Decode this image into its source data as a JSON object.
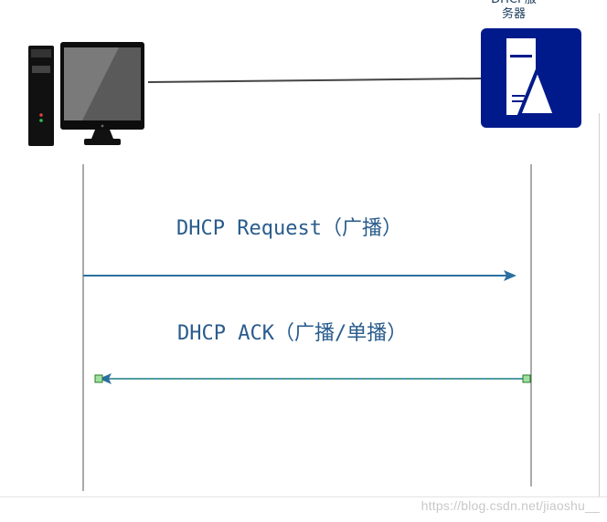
{
  "server": {
    "label_line1": "DHCP服",
    "label_line2": "务器"
  },
  "messages": [
    {
      "label": "DHCP Request（广播）",
      "direction": "client-to-server",
      "style": "solid"
    },
    {
      "label": "DHCP ACK（广播/单播）",
      "direction": "server-to-client",
      "style": "dashed"
    }
  ],
  "watermark": "https://blog.csdn.net/jiaoshu__",
  "colors": {
    "arrow": "#2a6fa0",
    "dashed_arrow": "#2aa06f",
    "server_bg": "#001a8c",
    "text": "#2a5c8c"
  },
  "icons": {
    "client": "desktop-computer-icon",
    "server": "server-icon"
  }
}
